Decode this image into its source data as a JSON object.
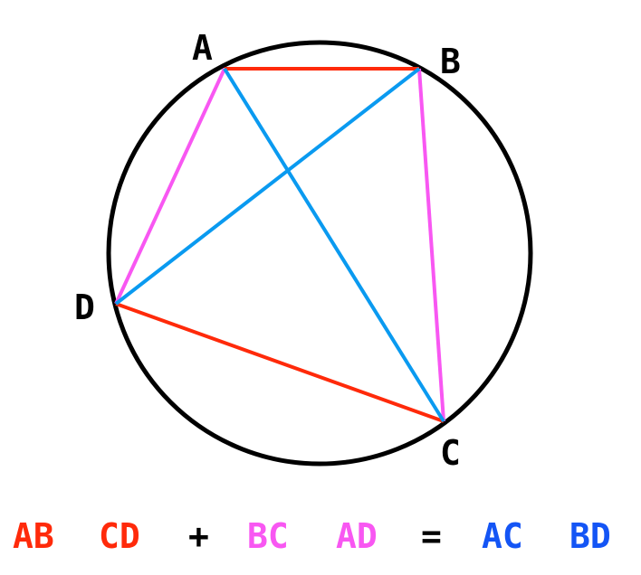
{
  "diagram": {
    "vertices": {
      "A": "A",
      "B": "B",
      "C": "C",
      "D": "D"
    },
    "colors": {
      "circle": "#000000",
      "ab_cd": "#ff2a0a",
      "bc_ad": "#f857f2",
      "ac_bd": "#0a9af0",
      "eq_ab_cd": "#ff2a0a",
      "eq_bc_ad": "#f857f2",
      "eq_ac_bd": "#1455f5",
      "operator": "#000000"
    }
  },
  "equation": {
    "ab": "AB",
    "cd": "CD",
    "plus": "+",
    "bc": "BC",
    "ad": "AD",
    "equals": "=",
    "ac": "AC",
    "bd": "BD"
  }
}
